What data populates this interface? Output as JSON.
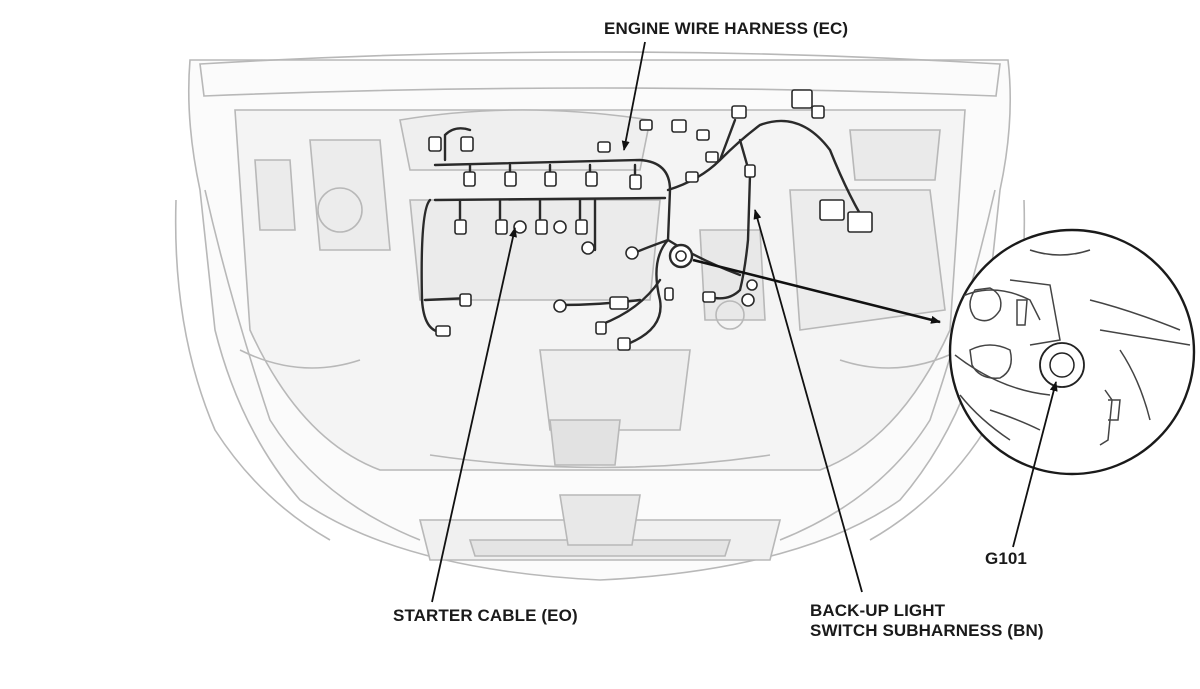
{
  "labels": {
    "engine_harness": "ENGINE WIRE HARNESS (EC)",
    "starter_cable": "STARTER CABLE (EO)",
    "backup_line1": "BACK-UP LIGHT",
    "backup_line2": "SWITCH SUBHARNESS (BN)",
    "ground": "G101"
  },
  "colors": {
    "line_art": "#b8b8b8",
    "harness": "#2a2a2a",
    "leader": "#111111"
  }
}
